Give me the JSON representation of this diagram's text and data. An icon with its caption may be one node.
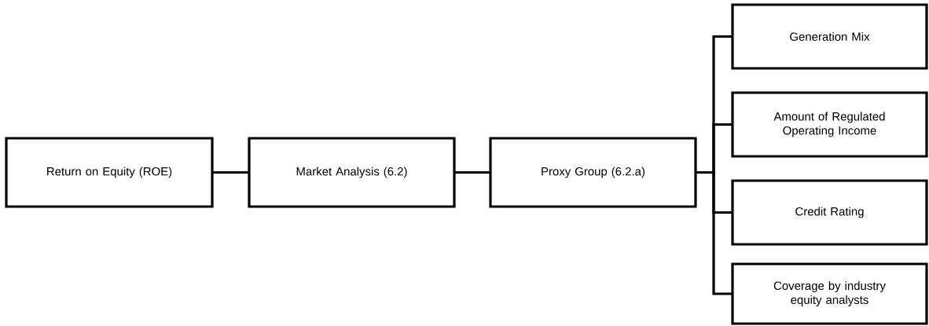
{
  "diagram": {
    "nodes": [
      {
        "text": [
          "Return on Equity (ROE)"
        ]
      },
      {
        "text": [
          "Market Analysis (6.2)"
        ]
      },
      {
        "text": [
          "Proxy Group (6.2.a)"
        ]
      },
      {
        "text": [
          "Generation Mix"
        ]
      },
      {
        "text": [
          "Amount of Regulated Operating Income"
        ]
      },
      {
        "text": [
          "Credit Rating"
        ]
      },
      {
        "text": [
          "Coverage by industry equity analysts"
        ]
      }
    ],
    "edges": [
      {
        "from": 0,
        "to": 1,
        "arrow": "none"
      },
      {
        "from": 1,
        "to": 2,
        "arrow": "none"
      },
      {
        "from": 2,
        "to": 3,
        "arrow": "none"
      },
      {
        "from": 2,
        "to": 4,
        "arrow": "none"
      },
      {
        "from": 2,
        "to": 5,
        "arrow": "none"
      },
      {
        "from": 2,
        "to": 6,
        "arrow": "none"
      }
    ]
  }
}
